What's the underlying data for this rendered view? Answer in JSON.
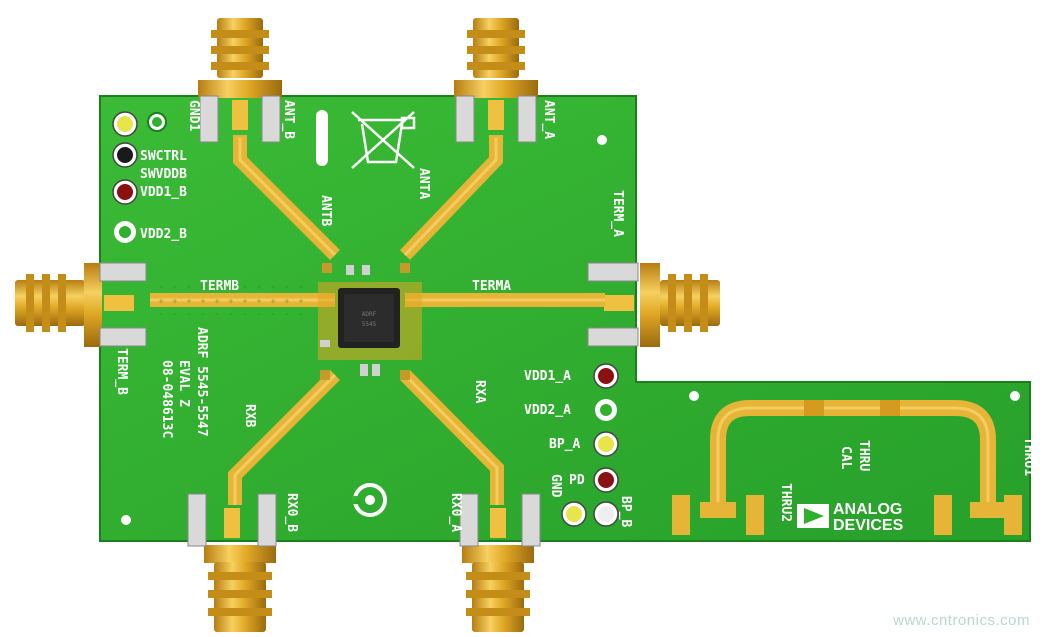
{
  "board": {
    "labels": {
      "gnd1": "GND1",
      "swctrl": "SWCTRL",
      "swvddb": "SWVDDB",
      "vdd1_b": "VDD1_B",
      "vdd2_b": "VDD2_B",
      "ant_b": "ANT_B",
      "ant_a": "ANT_A",
      "antb": "ANTB",
      "anta": "ANTA",
      "term_a": "TERM_A",
      "term_b": "TERM_B",
      "termb": "TERMB",
      "terma": "TERMA",
      "rxb": "RXB",
      "rxa": "RXA",
      "rx0_b": "RX0_B",
      "rx0_a": "RX0_A",
      "vdd1_a": "VDD1_A",
      "vdd2_a": "VDD2_A",
      "bp_a": "BP_A",
      "pd": "PD",
      "gnd": "GND",
      "bp_b": "BP_B",
      "thru_cal_1": "THRU",
      "thru_cal_2": "CAL",
      "thru1": "THRU1",
      "thru2": "THRU2",
      "board_line_1": "ADRF 5545-5547",
      "board_line_2": "EVAL Z",
      "board_line_3": "08-048613C"
    },
    "logo": {
      "line1": "ANALOG",
      "line2": "DEVICES"
    },
    "colors": {
      "pcb": "#2fb12f",
      "pcb_dark": "#1f8a1f",
      "gold": "#e0a825",
      "gold_light": "#f2c84a",
      "silver": "#c9c9c9",
      "test_red": "#8a1111",
      "test_black": "#1a1a1a",
      "test_yellow": "#e8e44a",
      "test_white": "#efefef"
    }
  },
  "watermark": "www.cntronics.com"
}
